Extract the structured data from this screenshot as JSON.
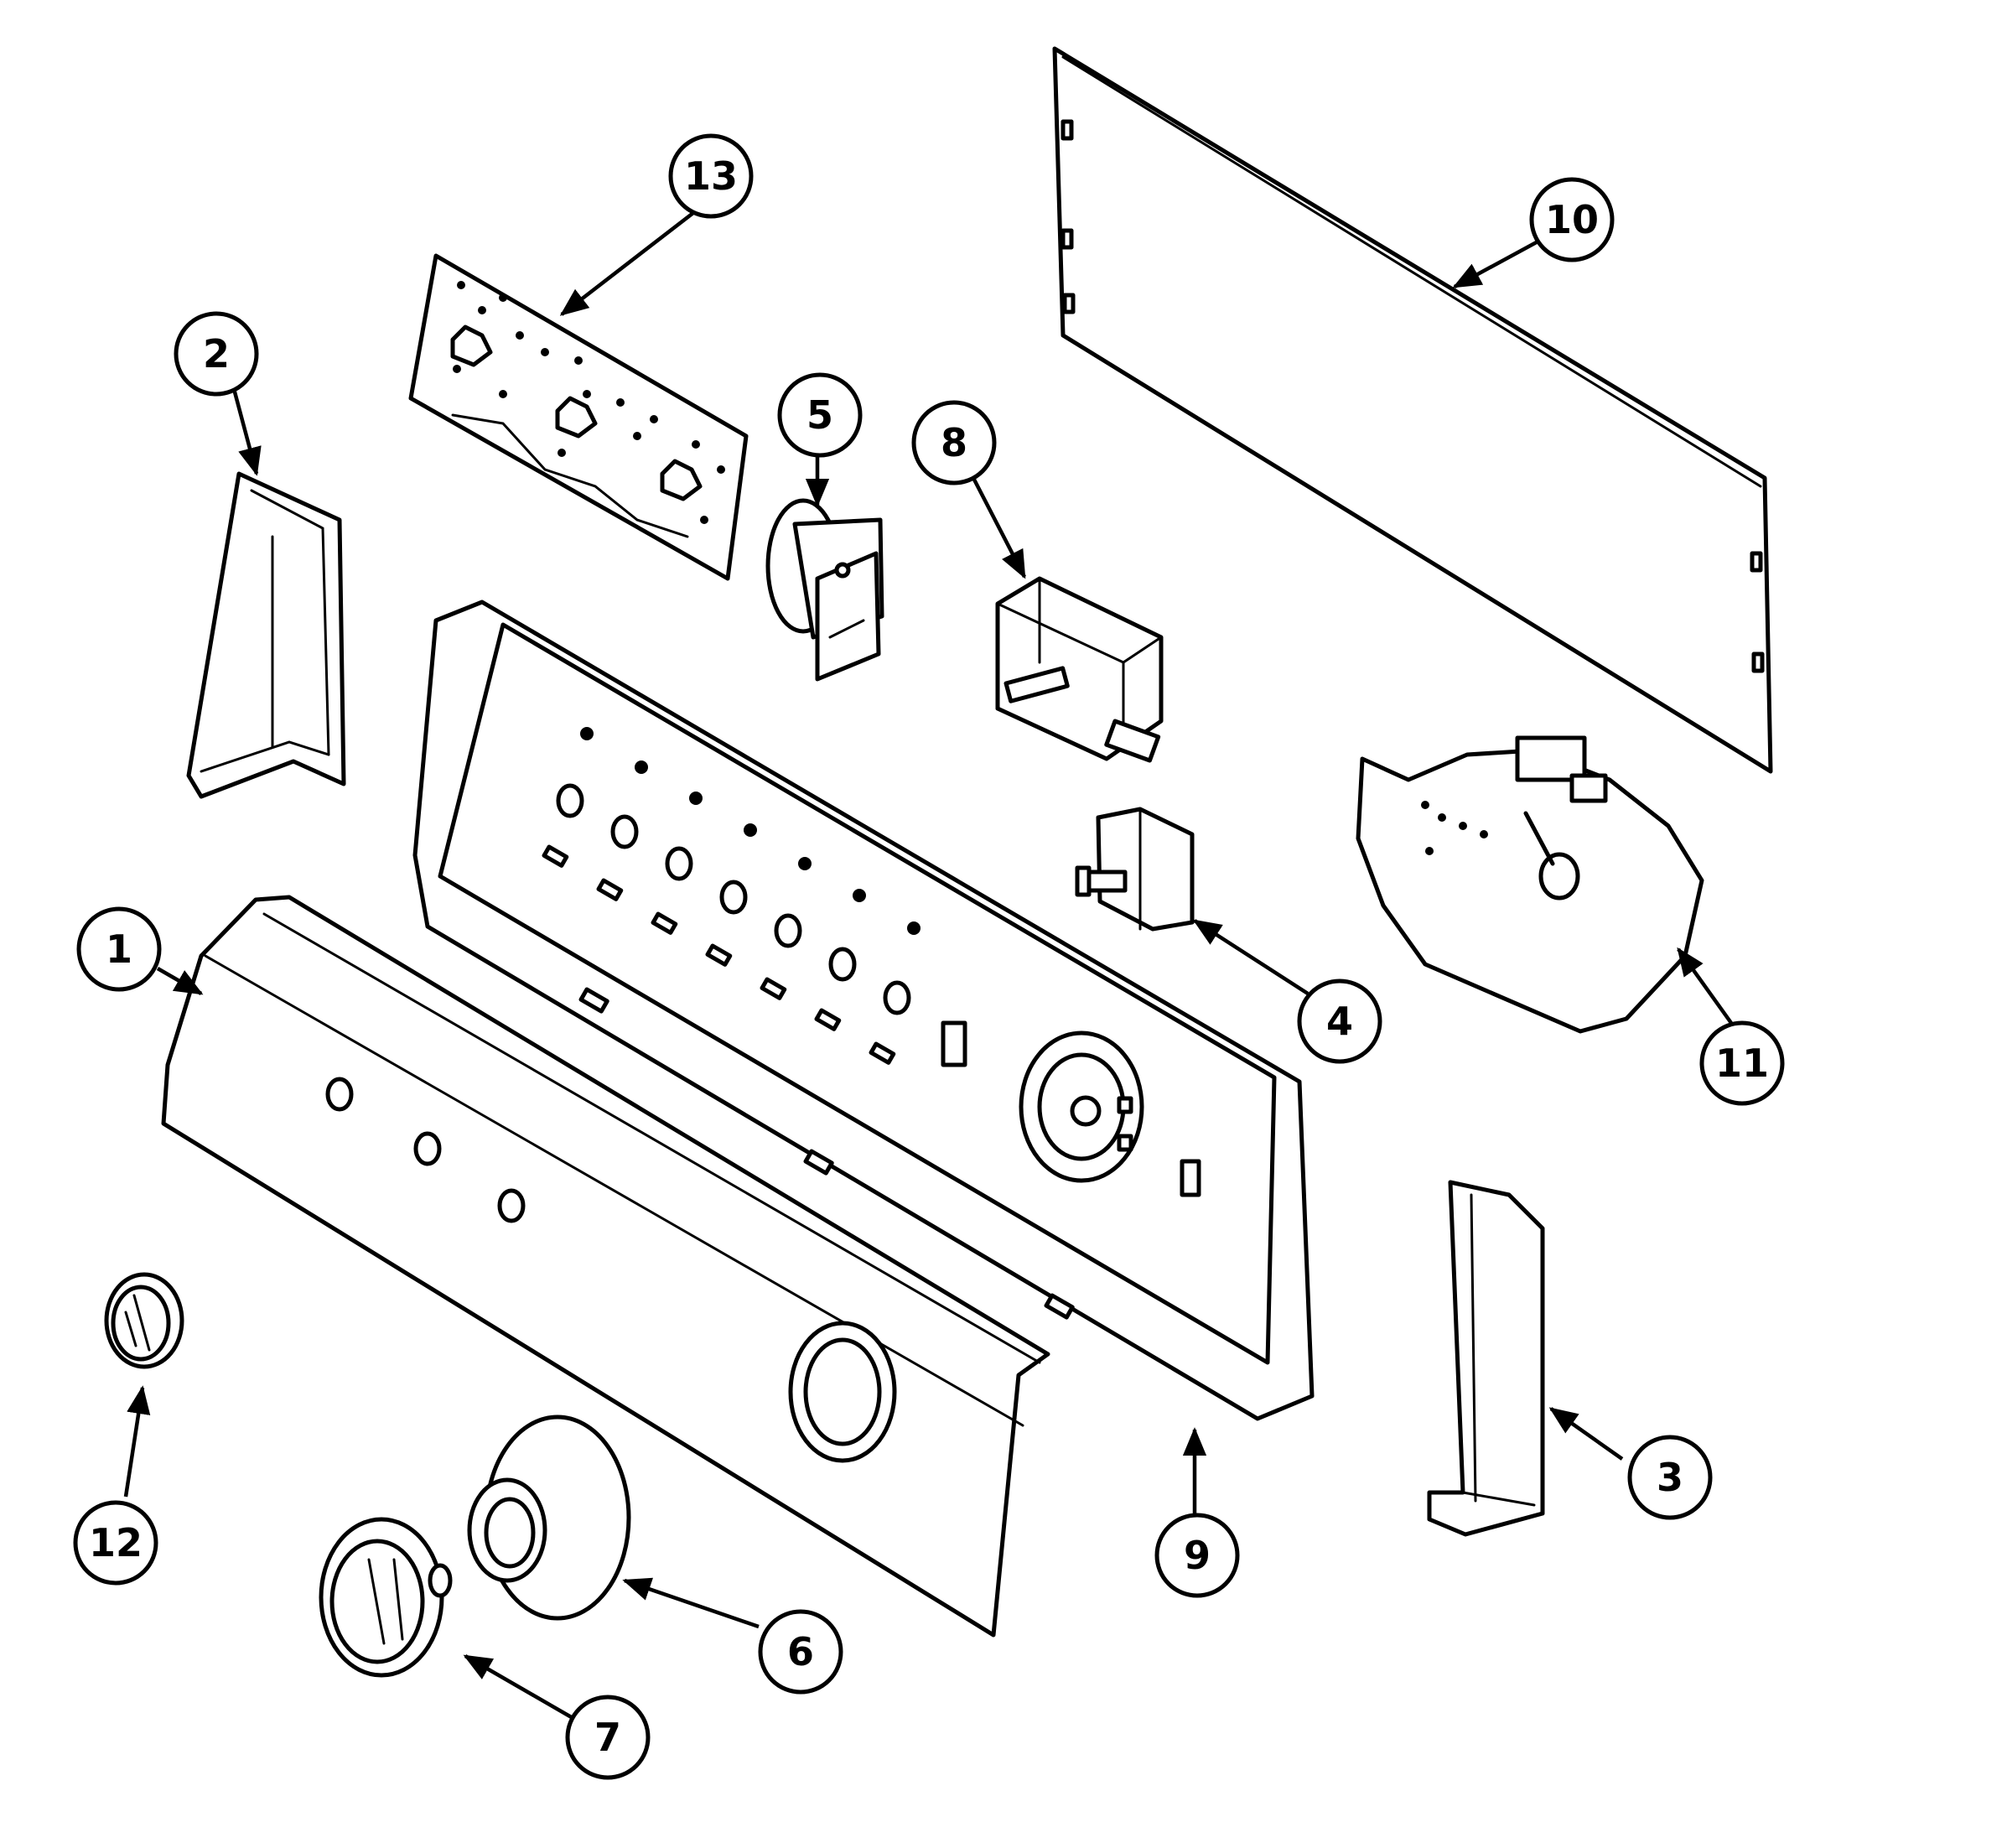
{
  "colors": {
    "line": "#000000",
    "background": "#ffffff"
  },
  "callouts": [
    {
      "label": "1"
    },
    {
      "label": "2"
    },
    {
      "label": "3"
    },
    {
      "label": "4"
    },
    {
      "label": "5"
    },
    {
      "label": "6"
    },
    {
      "label": "7"
    },
    {
      "label": "8"
    },
    {
      "label": "9"
    },
    {
      "label": "10"
    },
    {
      "label": "11"
    },
    {
      "label": "12"
    },
    {
      "label": "13"
    }
  ]
}
